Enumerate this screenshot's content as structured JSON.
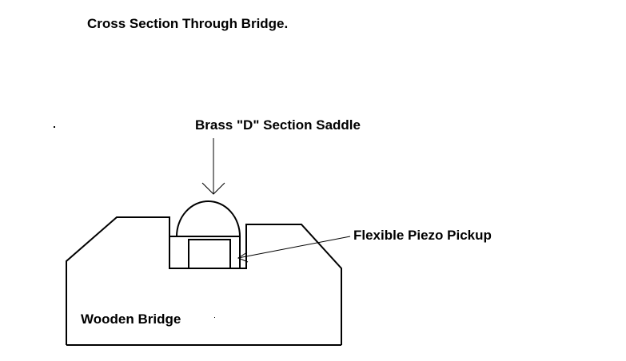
{
  "title": "Cross Section Through Bridge.",
  "labels": {
    "saddle": "Brass \"D\" Section Saddle",
    "pickup": "Flexible Piezo Pickup",
    "bridge": "Wooden Bridge"
  },
  "colors": {
    "ink": "#000000",
    "background": "#ffffff"
  }
}
